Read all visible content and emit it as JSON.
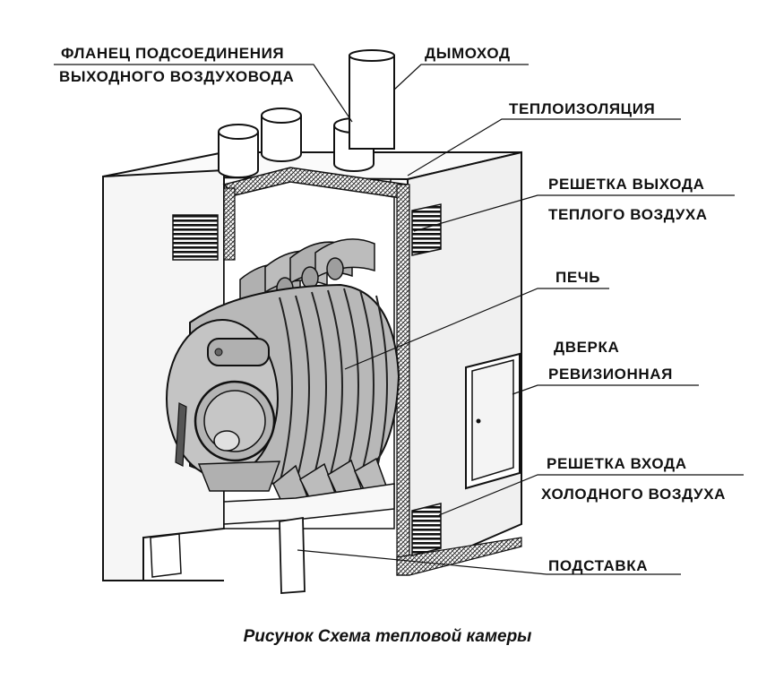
{
  "labels": {
    "flange_line1": "ФЛАНЕЦ ПОДСОЕДИНЕНИЯ",
    "flange_line2": "ВЫХОДНОГО ВОЗДУХОВОДА",
    "chimney": "ДЫМОХОД",
    "insulation": "ТЕПЛОИЗОЛЯЦИЯ",
    "outlet_grille_line1": "РЕШЕТКА ВЫХОДА",
    "outlet_grille_line2": "ТЕПЛОГО ВОЗДУХА",
    "stove": "ПЕЧЬ",
    "door_line1": "ДВЕРКА",
    "door_line2": "РЕВИЗИОННАЯ",
    "inlet_grille_line1": "РЕШЕТКА ВХОДА",
    "inlet_grille_line2": "ХОЛОДНОГО ВОЗДУХА",
    "stand": "ПОДСТАВКА"
  },
  "caption": "Рисунок Схема тепловой камеры",
  "colors": {
    "line": "#111111",
    "wall": "#f2f2f2",
    "stove_body": "#b8b8b8",
    "stove_dark": "#8c8c8c",
    "insulation": "#d9d9d9"
  }
}
